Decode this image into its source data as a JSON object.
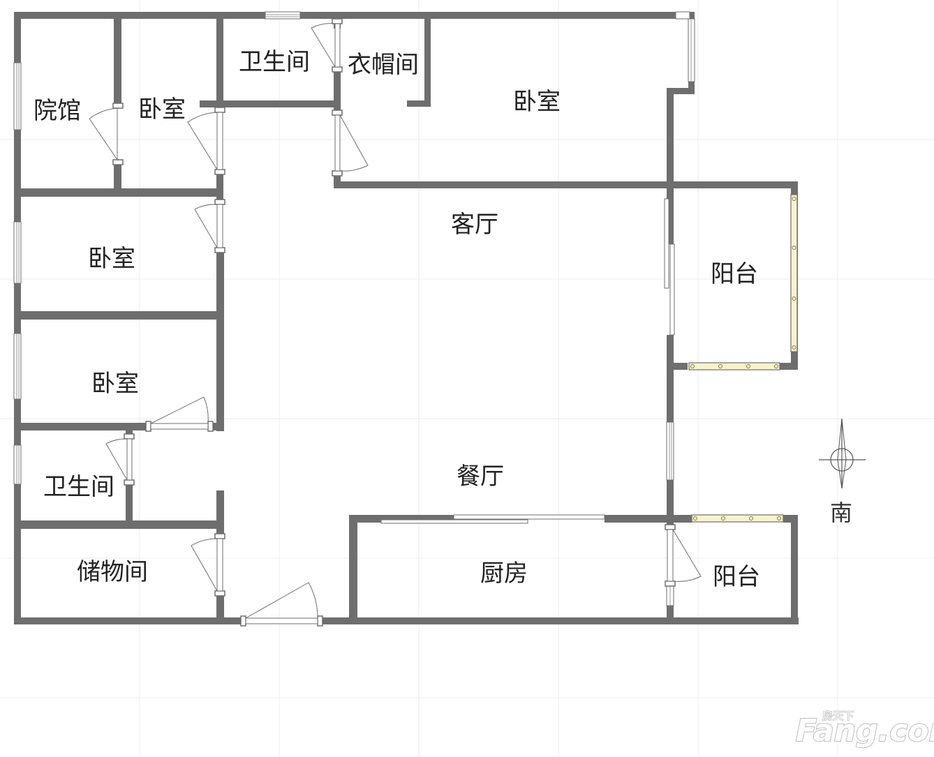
{
  "rooms": {
    "courtyard_hall": "院馆",
    "bedroom_small": "卧室",
    "bathroom_top": "卫生间",
    "cloakroom": "衣帽间",
    "master_bedroom": "卧室",
    "living_room": "客厅",
    "balcony_east": "阳台",
    "bedroom_middle": "卧室",
    "bedroom_lower": "卧室",
    "bathroom_lower": "卫生间",
    "dining_room": "餐厅",
    "storage_room": "储物间",
    "kitchen": "厨房",
    "balcony_south": "阳台"
  },
  "compass": {
    "direction_label": "南"
  },
  "watermark": {
    "main": "Fang.com",
    "sub": "房天下"
  },
  "colors": {
    "wall": "#6e6e6e",
    "rail": "#f7f3cf",
    "grid": "#ececec"
  }
}
